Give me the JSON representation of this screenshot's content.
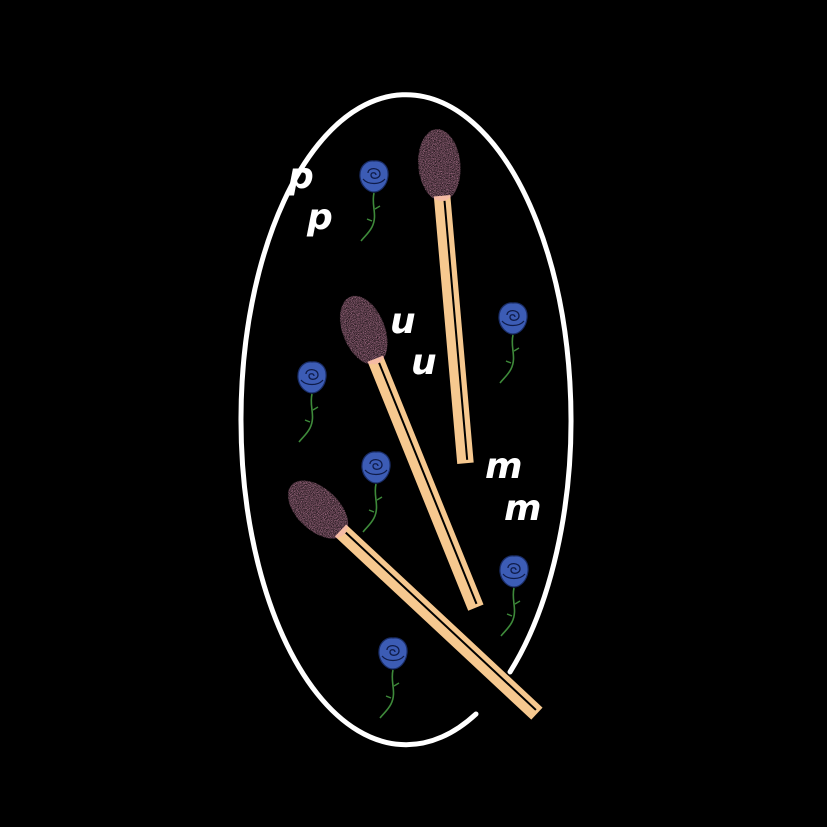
{
  "colors": {
    "background": "#000000",
    "outline": "#ffffff",
    "match_stick": "#f6c88f",
    "match_head": "#f3a3c8",
    "rose_bloom": "#3c5cb5",
    "rose_stem": "#3e8a3a",
    "letters": "#ffffff"
  },
  "letters": [
    "p",
    "p",
    "u",
    "u",
    "m",
    "m"
  ],
  "icons": {
    "matches": [
      "matchstick-icon",
      "matchstick-icon",
      "matchstick-icon"
    ],
    "roses": [
      "rose-icon",
      "rose-icon",
      "rose-icon",
      "rose-icon",
      "rose-icon",
      "rose-icon"
    ]
  }
}
